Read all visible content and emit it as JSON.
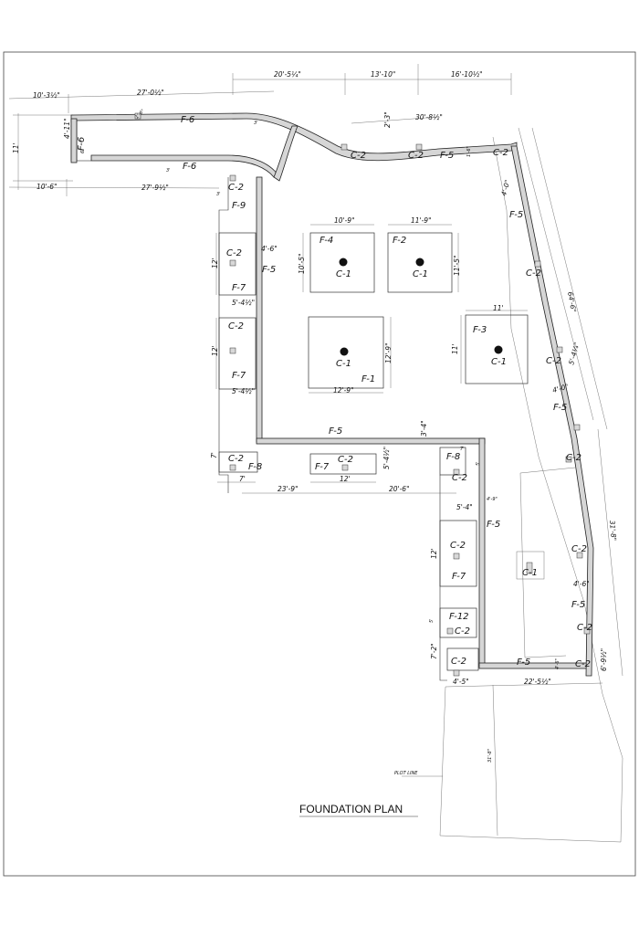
{
  "title": "FOUNDATION PLAN",
  "plot_line_label": "PLOT LINE",
  "column_note": "",
  "labels": {
    "f1": "F-1",
    "f2": "F-2",
    "f3": "F-3",
    "f4": "F-4",
    "f5": "F-5",
    "f6": "F-6",
    "f7": "F-7",
    "f8": "F-8",
    "f9": "F-9",
    "f12": "F-12",
    "c1": "C-1",
    "c2": "C-2"
  },
  "dims": {
    "d20_5": "20'-5¼\"",
    "d13_10": "13'-10\"",
    "d16_10": "16'-10½\"",
    "d10_3": "10'-3½\"",
    "d27_0": "27'-0½\"",
    "d30_8": "30'-8½\"",
    "d2_3": "2'-3\"",
    "d4_11": "4'-11\"",
    "d11": "11'",
    "d6": "6'",
    "d1_6": "1'-6\"",
    "d10_6": "10'-6\"",
    "d27_9": "27'-9½\"",
    "d3": "3'",
    "d10_9": "10'-9\"",
    "d11_9": "11'-9\"",
    "d10_5": "10'-5\"",
    "d11_5": "11'-5\"",
    "d12": "12'",
    "d4_6": "4'-6\"",
    "d5_4h": "5'-4½\"",
    "d12_9": "12'-9\"",
    "d7": "7'",
    "d23_9": "23'-9\"",
    "d20_6": "20'-6\"",
    "d3_4": "3'-4\"",
    "d4_5": "4'-5\"",
    "d5_4": "5'-4\"",
    "d4_9": "4'-9\"",
    "d7_2": "7'-2\"",
    "d5": "5'",
    "d22_5": "22'-5½\"",
    "d4_0": "4'-0\"",
    "d64_6": "64'-6\"",
    "d5_4q": "5'-4¼\"",
    "d6_9": "6'-9½\"",
    "d31": "31'-8\"",
    "d4_6b": "4'-6\""
  }
}
